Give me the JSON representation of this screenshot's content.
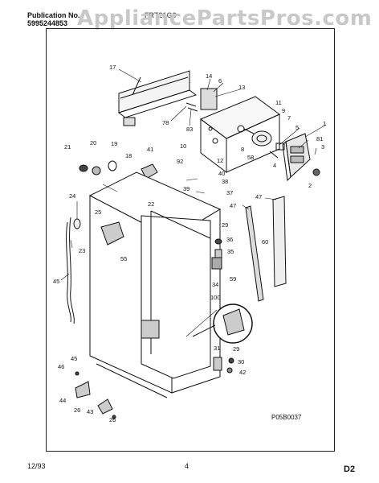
{
  "header": {
    "pub_label": "Publication No.",
    "pub_number": "5995244853",
    "model_obscured": "FRT21G3",
    "watermark": "AppliancePartsPros.com"
  },
  "diagram_code": "P05B0037",
  "footer": {
    "date": "12/93",
    "page": "4",
    "section": "D2"
  },
  "callouts": [
    {
      "id": "c17",
      "text": "17"
    },
    {
      "id": "c14",
      "text": "14"
    },
    {
      "id": "c6",
      "text": "6"
    },
    {
      "id": "c13",
      "text": "13"
    },
    {
      "id": "c78",
      "text": "78"
    },
    {
      "id": "c83",
      "text": "83"
    },
    {
      "id": "c11",
      "text": "11"
    },
    {
      "id": "c9",
      "text": "9"
    },
    {
      "id": "c7",
      "text": "7"
    },
    {
      "id": "c1",
      "text": "1"
    },
    {
      "id": "c5",
      "text": "5"
    },
    {
      "id": "c81",
      "text": "81"
    },
    {
      "id": "c3",
      "text": "3"
    },
    {
      "id": "c10",
      "text": "10"
    },
    {
      "id": "c8",
      "text": "8"
    },
    {
      "id": "c58",
      "text": "58"
    },
    {
      "id": "c4",
      "text": "4"
    },
    {
      "id": "c12",
      "text": "12"
    },
    {
      "id": "c2",
      "text": "2"
    },
    {
      "id": "c21",
      "text": "21"
    },
    {
      "id": "c20",
      "text": "20"
    },
    {
      "id": "c19",
      "text": "19"
    },
    {
      "id": "c41",
      "text": "41"
    },
    {
      "id": "c18",
      "text": "18"
    },
    {
      "id": "c92",
      "text": "92"
    },
    {
      "id": "c40",
      "text": "40"
    },
    {
      "id": "c38",
      "text": "38"
    },
    {
      "id": "c39",
      "text": "39"
    },
    {
      "id": "c37",
      "text": "37"
    },
    {
      "id": "c22",
      "text": "22"
    },
    {
      "id": "c24",
      "text": "24"
    },
    {
      "id": "c25",
      "text": "25"
    },
    {
      "id": "c47a",
      "text": "47"
    },
    {
      "id": "c47b",
      "text": "47"
    },
    {
      "id": "c29",
      "text": "29"
    },
    {
      "id": "c36",
      "text": "36"
    },
    {
      "id": "c60",
      "text": "60"
    },
    {
      "id": "c23",
      "text": "23"
    },
    {
      "id": "c55",
      "text": "55"
    },
    {
      "id": "c35",
      "text": "35"
    },
    {
      "id": "c59",
      "text": "59"
    },
    {
      "id": "c45a",
      "text": "45"
    },
    {
      "id": "c34",
      "text": "34"
    },
    {
      "id": "c100",
      "text": "100"
    },
    {
      "id": "c31",
      "text": "31"
    },
    {
      "id": "c29b",
      "text": "29"
    },
    {
      "id": "c30",
      "text": "30"
    },
    {
      "id": "c42",
      "text": "42"
    },
    {
      "id": "c45b",
      "text": "45"
    },
    {
      "id": "c46",
      "text": "46"
    },
    {
      "id": "c44",
      "text": "44"
    },
    {
      "id": "c26a",
      "text": "26"
    },
    {
      "id": "c43",
      "text": "43"
    },
    {
      "id": "c26b",
      "text": "26"
    }
  ]
}
